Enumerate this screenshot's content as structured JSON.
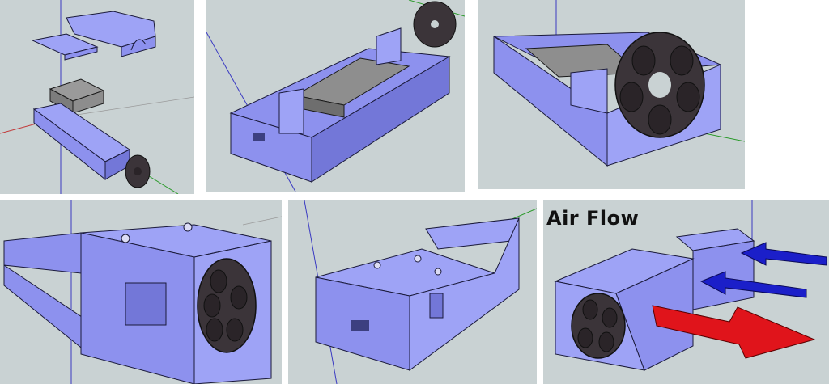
{
  "panels": [
    {
      "name": "exploded-view"
    },
    {
      "name": "open-case-battery-view"
    },
    {
      "name": "open-case-fan-view"
    },
    {
      "name": "closed-case-fan-side-view"
    },
    {
      "name": "closed-case-rear-view"
    },
    {
      "name": "air-flow-view"
    }
  ],
  "air_flow": {
    "caption": "Air Flow"
  },
  "colors": {
    "background": "#c9d2d3",
    "case_top": "#9ea3f6",
    "case_side": "#8d91ee",
    "case_dark": "#7377d8",
    "edge": "#1a1a3a",
    "battery": "#8d8d8d",
    "fan": "#3b3439",
    "arrow_blue": "#1b1fc9",
    "arrow_red": "#e0141b",
    "axis_green": "#2a9a2a",
    "axis_red": "#c23a3a",
    "axis_blue": "#3a3ac2"
  }
}
